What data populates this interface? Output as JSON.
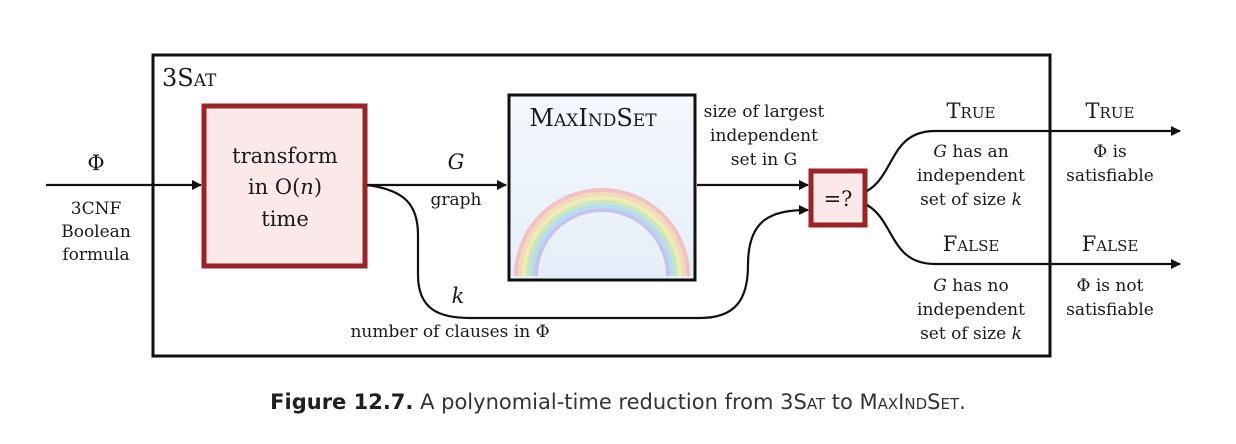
{
  "outer_box_label": "3Sat",
  "input": {
    "symbol": "Φ",
    "description": [
      "3CNF",
      "Boolean",
      "formula"
    ]
  },
  "transform_box": {
    "lines": [
      "transform",
      "in O(",
      "n",
      ") ",
      "time"
    ]
  },
  "graph_edge": {
    "var": "G",
    "label": "graph"
  },
  "maxindset_box": {
    "title": "MaxIndSet"
  },
  "size_label": [
    "size of largest",
    "independent",
    "set in G"
  ],
  "k_edge": {
    "var": "k",
    "label": "number of clauses in Φ"
  },
  "compare_box": {
    "label": "=?"
  },
  "true_branch": {
    "label": "True",
    "desc": [
      "G",
      " has an",
      "independent",
      "set of size ",
      "k"
    ]
  },
  "false_branch": {
    "label": "False",
    "desc": [
      "G",
      " has no",
      "independent",
      "set of size ",
      "k"
    ]
  },
  "output_true": {
    "label": "True",
    "desc": [
      "Φ is",
      "satisfiable"
    ]
  },
  "output_false": {
    "label": "False",
    "desc": [
      "Φ is not",
      "satisfiable"
    ]
  },
  "colors": {
    "box_border": "#9b2226",
    "transform_fill": "#fbe9ea",
    "maxindset_fill": "#eaf2fb",
    "line": "#111111"
  },
  "caption": {
    "label": "Figure 12.7.",
    "text_before": " A polynomial-time reduction from ",
    "sat": "3Sat",
    "text_mid": " to ",
    "maxindset": "MaxIndSet",
    "text_after": "."
  }
}
